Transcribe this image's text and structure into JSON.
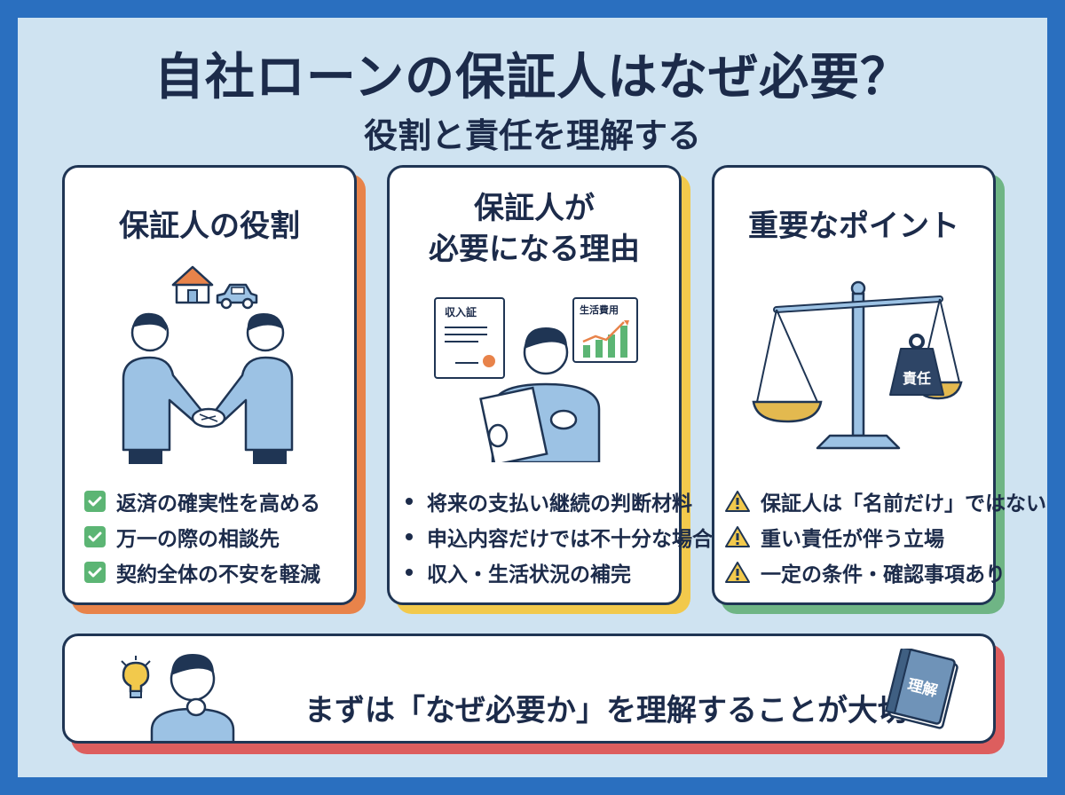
{
  "header": {
    "title": "自社ローンの保証人はなぜ必要？",
    "subtitle": "役割と責任を理解する"
  },
  "cards": [
    {
      "title": "保証人の役割",
      "items": [
        "返済の確実性を高める",
        "万一の際の相談先",
        "契約全体の不安を軽減"
      ]
    },
    {
      "title_line1": "保証人が",
      "title_line2": "必要になる理由",
      "doc_label": "収入証",
      "chart_label": "生活費用",
      "items": [
        "将来の支払い継続の判断材料",
        "申込内容だけでは不十分な場合",
        "収入・生活状況の補完"
      ]
    },
    {
      "title": "重要なポイント",
      "weight_label": "責任",
      "items": [
        "保証人は「名前だけ」ではない",
        "重い責任が伴う立場",
        "一定の条件・確認事項あり"
      ]
    }
  ],
  "banner": {
    "text": "まずは「なぜ必要か」を理解することが大切",
    "book_label": "理解"
  },
  "colors": {
    "frame": "#2a6fbf",
    "background": "#cfe3f1",
    "navy": "#1c2b4a",
    "orange": "#e8834a",
    "yellow": "#f2c94c",
    "green": "#6fb585",
    "red": "#dd5e5e",
    "check": "#5cb574",
    "warn": "#f2c94c"
  },
  "icons": [
    "house-icon",
    "car-icon",
    "handshake-icon",
    "document-icon",
    "chart-icon",
    "scale-icon",
    "weight-icon",
    "check-icon",
    "warning-icon",
    "lightbulb-icon",
    "book-icon"
  ]
}
